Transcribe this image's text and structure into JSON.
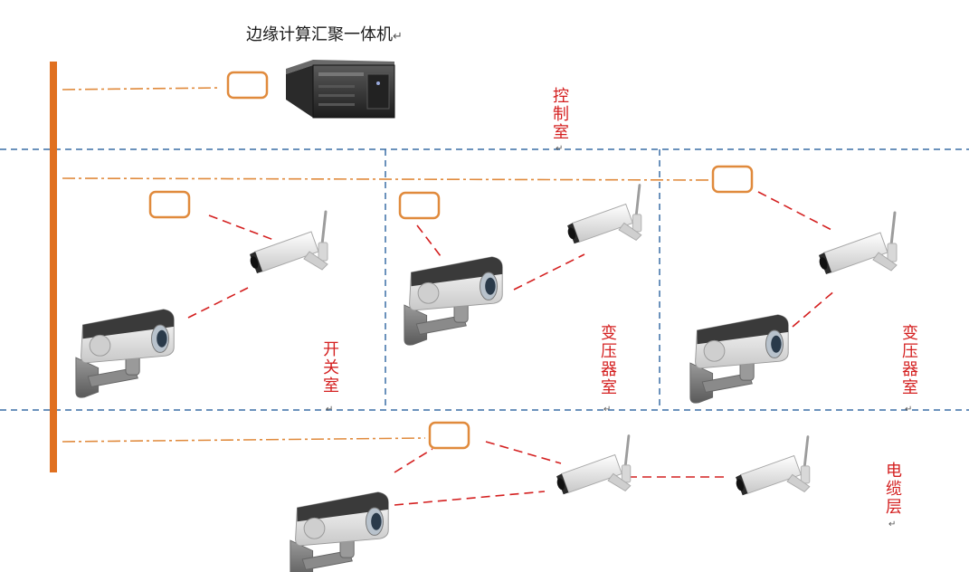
{
  "title": "边缘计算汇聚一体机",
  "title_mark": "↵",
  "rooms": {
    "control": "控制室",
    "switch": "开关室",
    "transformer_1": "变压器室",
    "transformer_2": "变压器室",
    "cable_layer": "电缆层"
  },
  "room_mark": "↵",
  "colors": {
    "bus": "#e07020",
    "uplink": "#e08a3c",
    "wireless_link": "#d42020",
    "zone_border": "#3a6ea5",
    "node_box": "#e08a3c",
    "label": "#d42020"
  },
  "icons": {
    "server": "rack-server-icon",
    "bullet_camera": "wireless-bullet-camera-icon",
    "ptz_camera": "wall-mount-ptz-camera-icon",
    "node": "wireless-node-box"
  }
}
